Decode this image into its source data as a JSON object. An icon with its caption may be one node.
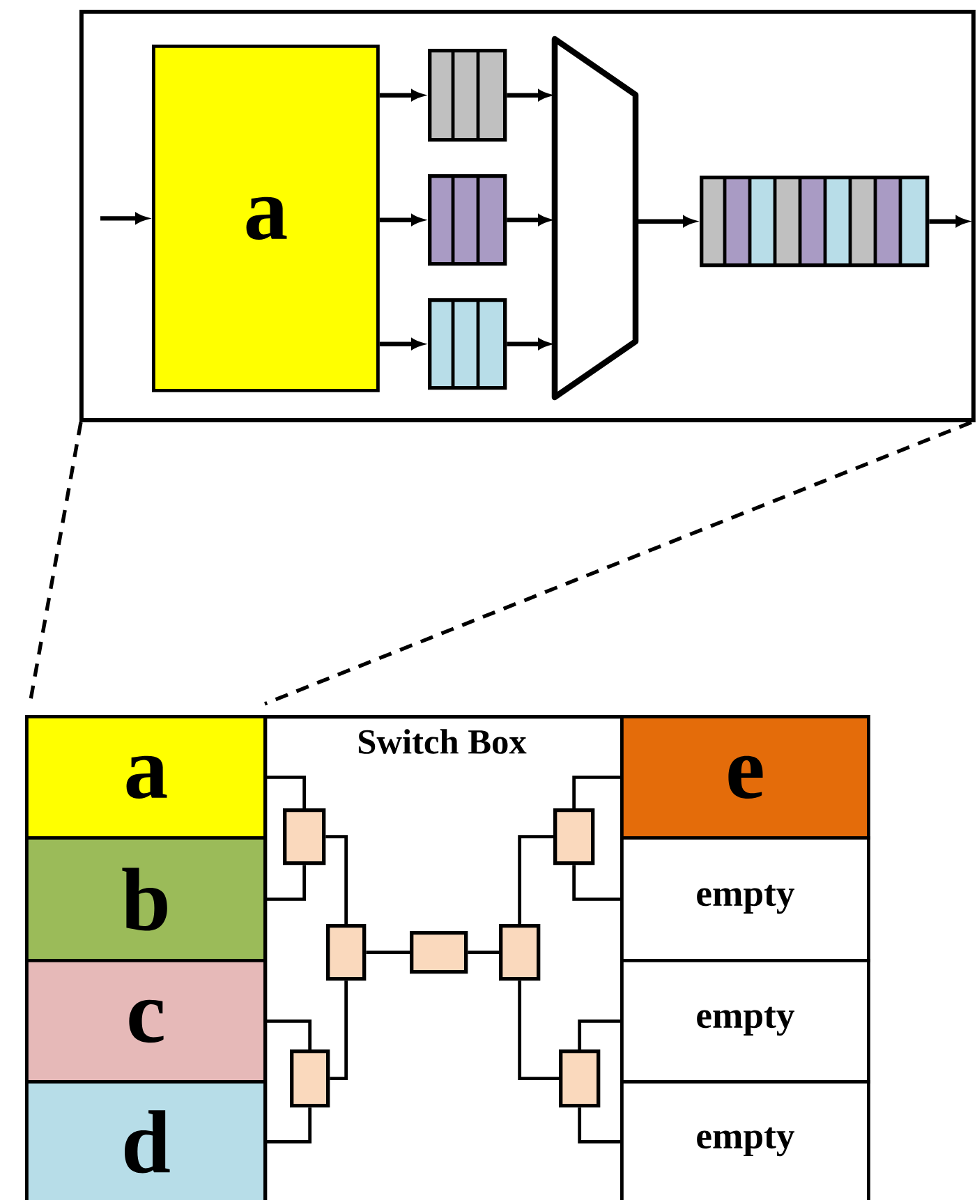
{
  "diagram": {
    "nodes": [
      {
        "text": [],
        "shape": "box"
      },
      {
        "text": [
          "a"
        ],
        "in": 0
      },
      {
        "text": [],
        "shape": "box",
        "in": 0
      },
      {
        "text": [],
        "shape": "box",
        "in": 0
      },
      {
        "text": [],
        "shape": "box",
        "in": 0
      },
      {
        "text": [],
        "shape": "trapezoid",
        "in": 0
      },
      {
        "text": [],
        "shape": "box",
        "in": 0
      },
      {
        "text": [
          "Switch Box"
        ]
      },
      {
        "text": [
          "a"
        ]
      },
      {
        "text": [
          "b"
        ]
      },
      {
        "text": [
          "c"
        ]
      },
      {
        "text": [
          "d"
        ]
      },
      {
        "text": [
          "e"
        ]
      },
      {
        "text": [
          "empty"
        ]
      },
      {
        "text": [
          "empty"
        ]
      },
      {
        "text": [
          "empty"
        ]
      },
      {
        "text": [],
        "shape": "box",
        "in": 7
      },
      {
        "text": [],
        "shape": "box",
        "in": 7
      },
      {
        "text": [],
        "shape": "box",
        "in": 7
      },
      {
        "text": [],
        "shape": "box",
        "in": 7
      },
      {
        "text": [],
        "shape": "box",
        "in": 7
      },
      {
        "text": [],
        "shape": "box",
        "in": 7
      },
      {
        "text": [],
        "shape": "box",
        "in": 7
      }
    ],
    "edges": [
      {
        "from": null,
        "to": 1,
        "arrow": "to"
      },
      {
        "from": 1,
        "to": 2,
        "arrow": "to"
      },
      {
        "from": 1,
        "to": 3,
        "arrow": "to"
      },
      {
        "from": 1,
        "to": 4,
        "arrow": "to"
      },
      {
        "from": 2,
        "to": 5,
        "arrow": "to"
      },
      {
        "from": 3,
        "to": 5,
        "arrow": "to"
      },
      {
        "from": 4,
        "to": 5,
        "arrow": "to"
      },
      {
        "from": 5,
        "to": 6,
        "arrow": "to"
      },
      {
        "from": 6,
        "to": null,
        "arrow": "to"
      },
      {
        "from": 8,
        "to": 16,
        "arrow": "none"
      },
      {
        "from": 9,
        "to": 16,
        "arrow": "none"
      },
      {
        "from": 16,
        "to": 18,
        "arrow": "none"
      },
      {
        "from": 10,
        "to": 17,
        "arrow": "none"
      },
      {
        "from": 11,
        "to": 17,
        "arrow": "none"
      },
      {
        "from": 17,
        "to": 18,
        "arrow": "none"
      },
      {
        "from": 18,
        "to": 19,
        "arrow": "none"
      },
      {
        "from": 19,
        "to": 20,
        "arrow": "none"
      },
      {
        "from": 20,
        "to": 21,
        "arrow": "none"
      },
      {
        "from": 20,
        "to": 22,
        "arrow": "none"
      },
      {
        "from": 21,
        "to": 12,
        "arrow": "none"
      },
      {
        "from": 21,
        "to": 13,
        "arrow": "none"
      },
      {
        "from": 22,
        "to": 14,
        "arrow": "none"
      },
      {
        "from": 22,
        "to": 15,
        "arrow": "none"
      }
    ]
  }
}
